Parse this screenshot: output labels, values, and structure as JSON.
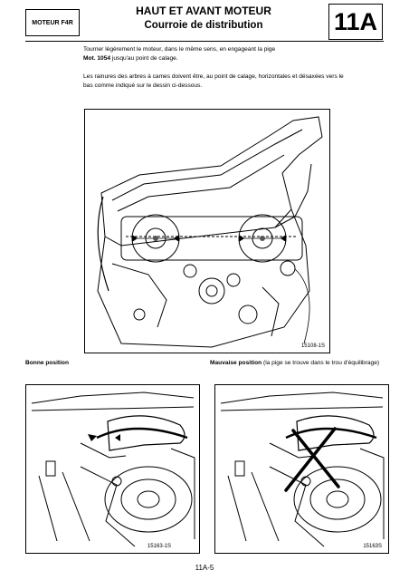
{
  "header": {
    "model": "MOTEUR F4R",
    "title_line1": "HAUT ET AVANT MOTEUR",
    "title_line2": "Courroie de distribution",
    "section_code": "11A"
  },
  "body": {
    "para1_text": "Tourner légèrement le moteur, dans le même sens, en engageant la pige",
    "para1_ref": "Mot. 1054",
    "para1_tail": " jusqu'au point de calage.",
    "para2": "Les rainures des arbres à cames doivent être, au point de calage, horizontales et désaxées vers le bas comme indiqué sur le dessin ci-dessous."
  },
  "figures": {
    "main_ref": "15108-1S",
    "good_caption": "Bonne position",
    "bad_caption_bold": "Mauvaise position",
    "bad_caption_rest": " (la pige se trouve dans le trou d'équilibrage)",
    "good_ref": "15163-1S",
    "bad_ref": "15163S"
  },
  "footer": {
    "page": "11A-5"
  }
}
